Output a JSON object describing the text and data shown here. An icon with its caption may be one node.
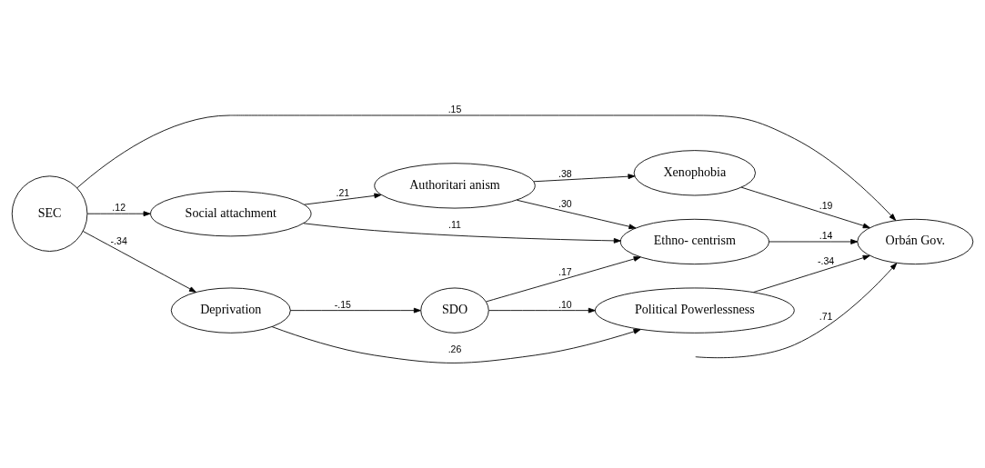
{
  "diagram": {
    "nodes": [
      {
        "text": [
          "SEC"
        ]
      },
      {
        "text": [
          "Social attachment"
        ]
      },
      {
        "text": [
          "Authoritari anism"
        ]
      },
      {
        "text": [
          "Ethno- centrism"
        ]
      },
      {
        "text": [
          "Deprivation"
        ]
      },
      {
        "text": [
          "SDO"
        ]
      },
      {
        "text": [
          "Xenophobia"
        ]
      },
      {
        "text": [
          "Political Powerlessness"
        ]
      },
      {
        "text": [
          "Orbán Gov."
        ]
      }
    ],
    "edges": [
      {
        "from": 0,
        "to": 8,
        "label": ".15",
        "arrow": "to"
      },
      {
        "from": 0,
        "to": 1,
        "label": ".12",
        "arrow": "to"
      },
      {
        "from": 1,
        "to": 2,
        "label": ".21",
        "arrow": "to"
      },
      {
        "from": 2,
        "to": 3,
        "label": ".30",
        "arrow": "to"
      },
      {
        "from": 1,
        "to": 3,
        "label": ".11",
        "arrow": "to"
      },
      {
        "from": 2,
        "to": 6,
        "label": ".38",
        "arrow": "to"
      },
      {
        "from": 5,
        "to": 3,
        "label": ".17",
        "arrow": "to"
      },
      {
        "from": 3,
        "to": 8,
        "label": ".14",
        "arrow": "to"
      },
      {
        "from": 6,
        "to": 8,
        "label": ".19",
        "arrow": "to"
      },
      {
        "from": 0,
        "to": 4,
        "label": "-.34",
        "arrow": "to"
      },
      {
        "from": 4,
        "to": 5,
        "label": "-.15",
        "arrow": "to"
      },
      {
        "from": 5,
        "to": 7,
        "label": ".10",
        "arrow": "to"
      },
      {
        "from": 4,
        "to": 7,
        "label": ".26",
        "arrow": "to"
      },
      {
        "from": 7,
        "to": 8,
        "label": "-.34",
        "arrow": "to"
      },
      {
        "from": null,
        "to": 8,
        "label": ".71",
        "arrow": "to"
      }
    ]
  }
}
